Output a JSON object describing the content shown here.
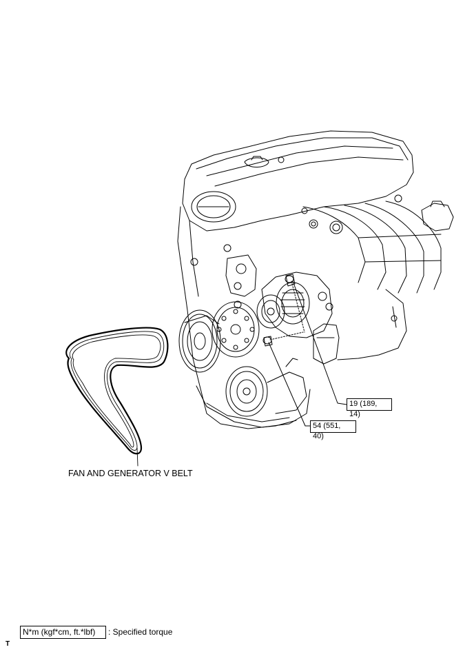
{
  "labels": {
    "belt": "FAN AND GENERATOR V BELT",
    "torque_1_line1": "19 (189,",
    "torque_1_line2": "14)",
    "torque_2_line1": "54 (551,",
    "torque_2_line2": "40)"
  },
  "legend": {
    "box_text": "N*m (kgf*cm, ft.*lbf)",
    "description": ": Specified torque"
  },
  "corner_mark": "T"
}
